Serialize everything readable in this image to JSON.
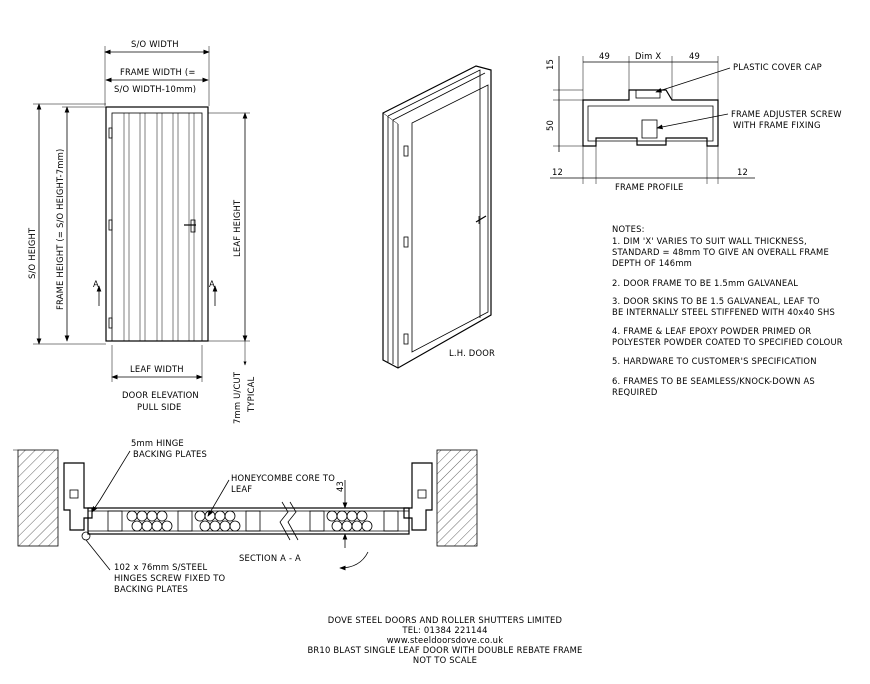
{
  "elevation": {
    "so_width": "S/O WIDTH",
    "frame_width_1": "FRAME WIDTH (=",
    "frame_width_2": "S/O WIDTH-10mm)",
    "so_height": "S/O HEIGHT",
    "frame_height": "FRAME HEIGHT (= S/O HEIGHT-7mm)",
    "leaf_height": "LEAF HEIGHT",
    "leaf_width": "LEAF WIDTH",
    "caption_1": "DOOR ELEVATION",
    "caption_2": "PULL SIDE",
    "undercut_1": "7mm U/CUT",
    "undercut_2": "TYPICAL",
    "section_marker": "A"
  },
  "iso": {
    "caption": "L.H. DOOR"
  },
  "profile": {
    "dim_left": "49",
    "dim_mid": "Dim X",
    "dim_right": "49",
    "dim_15": "15",
    "dim_50": "50",
    "dim_12_left": "12",
    "dim_12_right": "12",
    "cover_cap": "PLASTIC COVER CAP",
    "adjuster_1": "FRAME ADJUSTER SCREW",
    "adjuster_2": "WITH FRAME FIXING",
    "caption": "FRAME PROFILE"
  },
  "notes": {
    "heading": "NOTES:",
    "lines": [
      "1. DIM 'X' VARIES TO SUIT WALL THICKNESS,",
      "STANDARD = 48mm TO GIVE AN OVERALL FRAME",
      "DEPTH OF 146mm",
      "2. DOOR FRAME TO BE 1.5mm GALVANEAL",
      "3. DOOR SKINS TO BE 1.5 GALVANEAL, LEAF TO",
      "BE INTERNALLY STEEL STIFFENED WITH 40x40 SHS",
      "4. FRAME & LEAF EPOXY POWDER PRIMED OR",
      "POLYESTER POWDER COATED TO SPECIFIED COLOUR",
      "5. HARDWARE TO CUSTOMER'S SPECIFICATION",
      "6. FRAMES TO BE SEAMLESS/KNOCK-DOWN AS",
      "REQUIRED"
    ]
  },
  "section": {
    "hinge_plates_1": "5mm HINGE",
    "hinge_plates_2": "BACKING PLATES",
    "core_1": "HONEYCOMBE CORE TO",
    "core_2": "LEAF",
    "dim_43": "43",
    "caption": "SECTION A - A",
    "hinges_1": "102 x 76mm S/STEEL",
    "hinges_2": "HINGES SCREW FIXED TO",
    "hinges_3": "BACKING PLATES"
  },
  "title_block": {
    "company": "DOVE STEEL DOORS AND ROLLER SHUTTERS LIMITED",
    "tel": "TEL: 01384 221144",
    "web": "www.steeldoorsdove.co.uk",
    "drawing": "BR10 BLAST SINGLE LEAF DOOR WITH DOUBLE REBATE FRAME",
    "scale": "NOT TO SCALE"
  }
}
